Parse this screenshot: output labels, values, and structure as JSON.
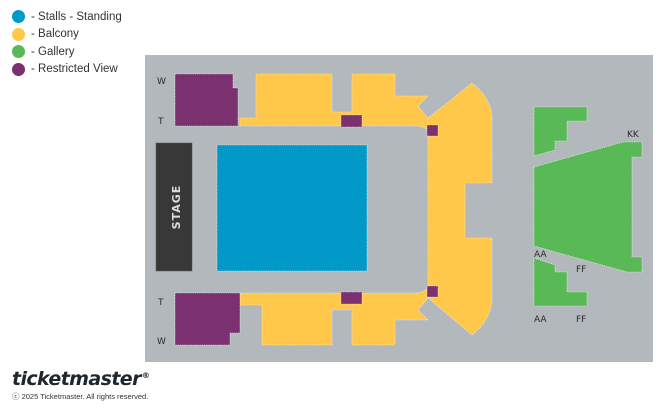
{
  "legend": {
    "items": [
      {
        "label": "- Stalls - Standing",
        "color": "#0099c8"
      },
      {
        "label": "- Balcony",
        "color": "#ffc84a"
      },
      {
        "label": "- Gallery",
        "color": "#59b957"
      },
      {
        "label": "- Restricted View",
        "color": "#7b306f"
      }
    ]
  },
  "map": {
    "background_color": "#b3b8bc",
    "stage_label": "STAGE",
    "stage_color": "#383838",
    "row_labels": {
      "top_w": "W",
      "top_t": "T",
      "bottom_t": "T",
      "bottom_w": "W",
      "gallery_kk": "KK",
      "gallery_aa_upper": "AA",
      "gallery_ff_upper": "FF",
      "gallery_aa_lower": "AA",
      "gallery_ff_lower": "FF"
    },
    "sections": [
      {
        "id": "stalls-standing",
        "category": "Stalls - Standing"
      },
      {
        "id": "balcony-top",
        "category": "Balcony"
      },
      {
        "id": "balcony-right",
        "category": "Balcony"
      },
      {
        "id": "balcony-bottom",
        "category": "Balcony"
      },
      {
        "id": "restricted-top-left",
        "category": "Restricted View"
      },
      {
        "id": "restricted-bottom-left",
        "category": "Restricted View"
      },
      {
        "id": "restricted-top-mid",
        "category": "Restricted View"
      },
      {
        "id": "restricted-bottom-mid",
        "category": "Restricted View"
      },
      {
        "id": "restricted-top-corner",
        "category": "Restricted View"
      },
      {
        "id": "restricted-bottom-corner",
        "category": "Restricted View"
      },
      {
        "id": "gallery-top-small",
        "category": "Gallery"
      },
      {
        "id": "gallery-main",
        "category": "Gallery"
      },
      {
        "id": "gallery-bottom-small",
        "category": "Gallery"
      }
    ]
  },
  "footer": {
    "brand": "ticketmaster",
    "registered_mark": "®",
    "copyright": "ⓒ 2025 Ticketmaster. All rights reserved."
  }
}
